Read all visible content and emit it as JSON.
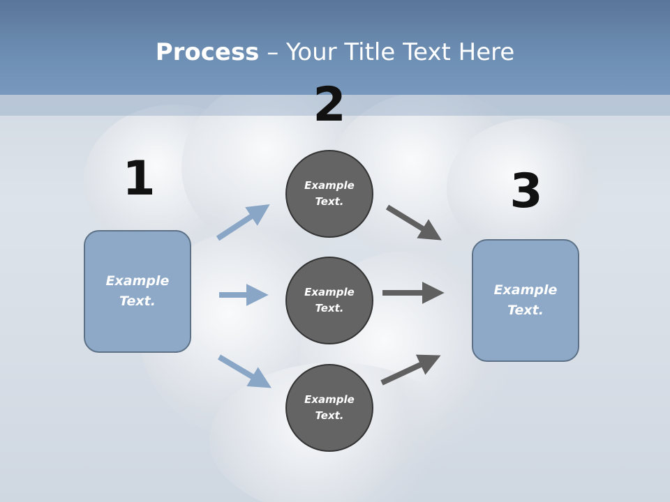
{
  "title": {
    "bold": "Process",
    "rest": " – Your Title Text Here"
  },
  "steps": {
    "num1": "1",
    "num2": "2",
    "num3": "3"
  },
  "left_box": {
    "label": "Example Text."
  },
  "right_box": {
    "label": "Example Text."
  },
  "circles": [
    {
      "label": "Example Text."
    },
    {
      "label": "Example Text."
    },
    {
      "label": "Example Text."
    }
  ],
  "colors": {
    "title_bar": "#6e8fb4",
    "box_fill": "#8ea9c8",
    "circle_fill": "#646464",
    "arrow_blue": "#8aa6c6",
    "arrow_gray": "#606060"
  }
}
